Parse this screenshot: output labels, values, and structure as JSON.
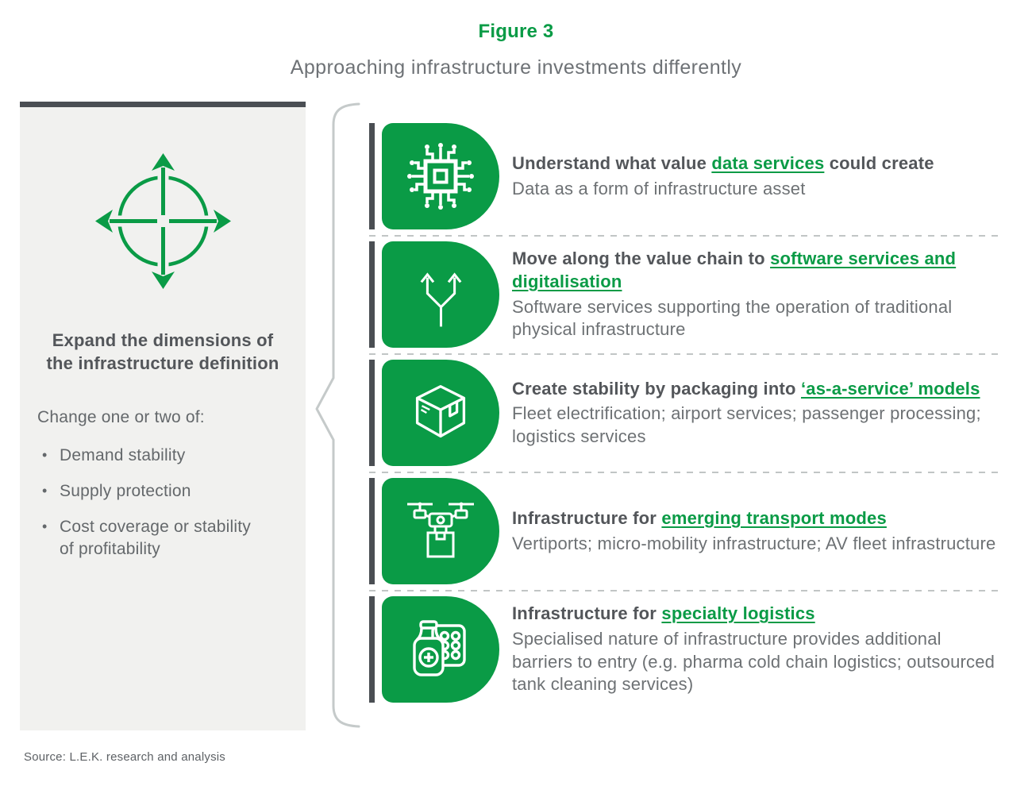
{
  "figure": {
    "label": "Figure 3",
    "title": "Approaching infrastructure investments differently"
  },
  "left_panel": {
    "icon": "expand-four-arrows-icon",
    "heading": "Expand the dimensions of the infrastructure definition",
    "intro": "Change one or two of:",
    "bullets": [
      "Demand stability",
      "Supply protection",
      "Cost coverage or stability of profitability"
    ]
  },
  "rows": [
    {
      "icon": "circuit-chip-icon",
      "title_pre": "Understand what value ",
      "title_link": "data services",
      "title_post": " could create",
      "subtitle": "Data as a form of infrastructure asset"
    },
    {
      "icon": "branch-arrows-icon",
      "title_pre": "Move along the value chain to ",
      "title_link": "software services and digitalisation",
      "title_post": "",
      "subtitle": "Software services supporting the operation of traditional physical infrastructure"
    },
    {
      "icon": "package-box-icon",
      "title_pre": "Create stability by packaging into ",
      "title_link": "‘as-a-service’ models",
      "title_post": "",
      "subtitle": "Fleet electrification; airport services; passenger processing; logistics services"
    },
    {
      "icon": "delivery-drone-icon",
      "title_pre": "Infrastructure for ",
      "title_link": "emerging transport modes",
      "title_post": "",
      "subtitle": "Vertiports; micro-mobility infrastructure; AV fleet infrastructure"
    },
    {
      "icon": "pharma-supplies-icon",
      "title_pre": "Infrastructure for ",
      "title_link": "specialty logistics",
      "title_post": "",
      "subtitle": "Specialised nature of infrastructure provides additional barriers to entry (e.g. pharma cold chain logistics; outsourced tank cleaning services)"
    }
  ],
  "source": "Source: L.E.K. research and analysis",
  "colors": {
    "green": "#0a9b46",
    "dark_bar": "#4a4e53",
    "panel_bg": "#f1f1ef",
    "heading_text": "#53565a",
    "body_text": "#686c6f"
  }
}
